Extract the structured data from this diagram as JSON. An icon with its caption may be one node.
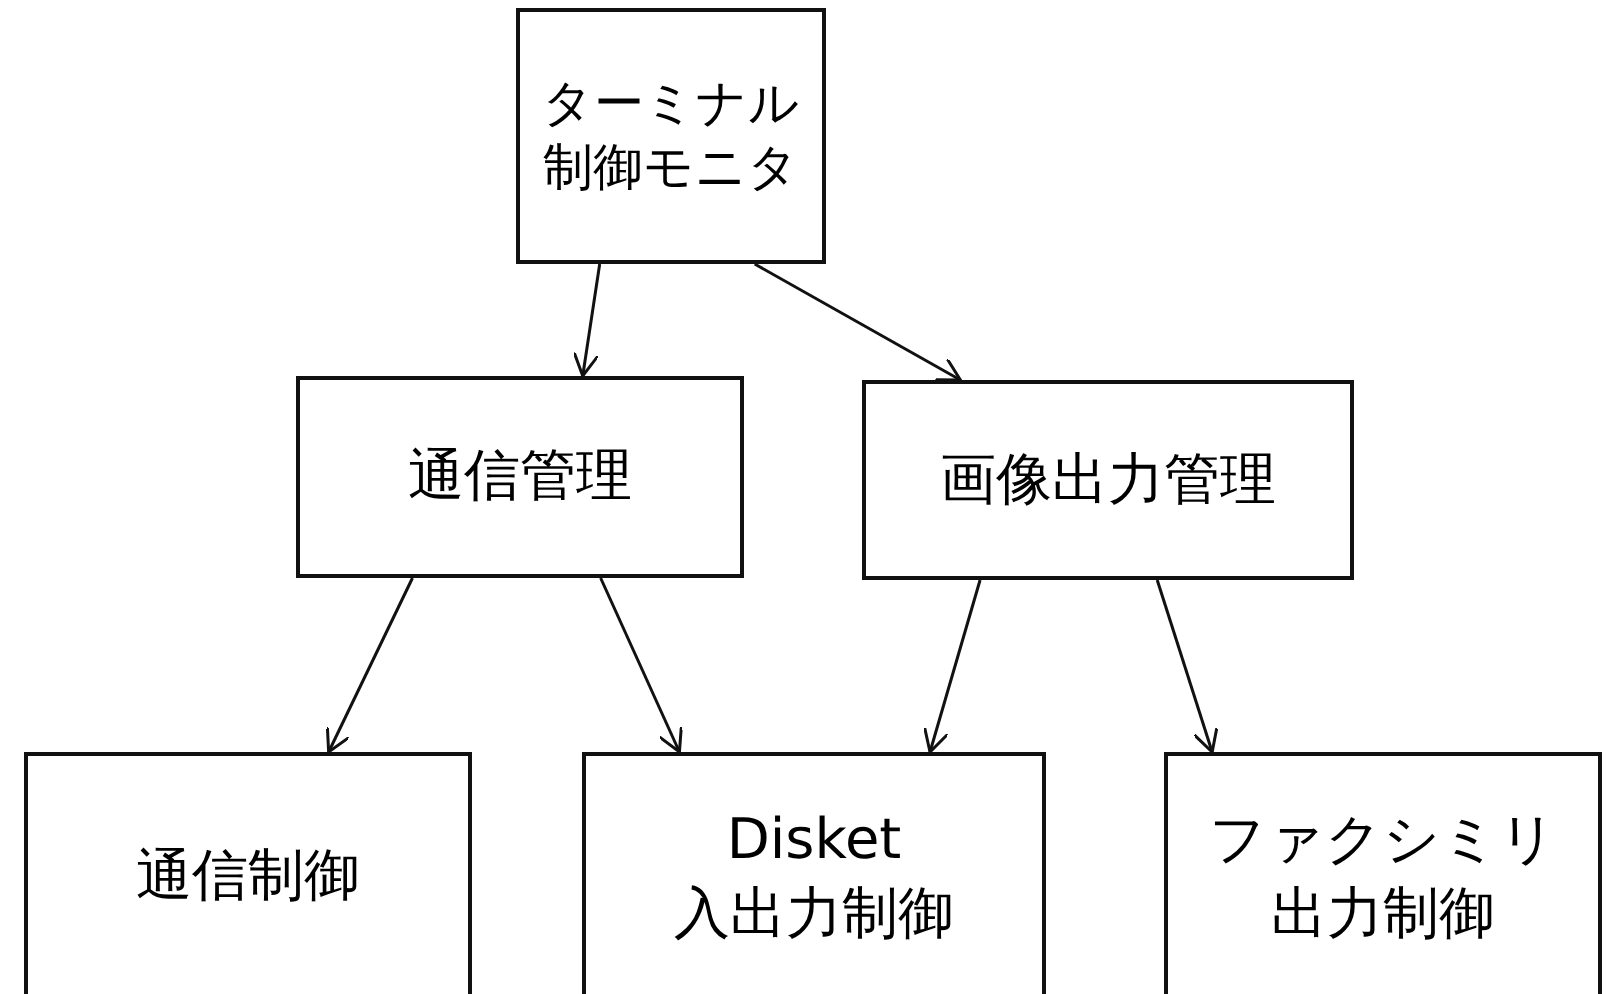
{
  "diagram": {
    "nodes": [
      {
        "text": [
          "ターミナル制御モニタ"
        ]
      },
      {
        "text": [
          "通信管理"
        ]
      },
      {
        "text": [
          "画像出力管理"
        ]
      },
      {
        "text": [
          "通信制御"
        ]
      },
      {
        "text": [
          "Disket",
          "入出力制御"
        ]
      },
      {
        "text": [
          "ファクシミリ出力制御"
        ]
      }
    ],
    "edges": [
      {
        "from": 0,
        "to": 1,
        "arrow": "to"
      },
      {
        "from": 0,
        "to": 2,
        "arrow": "to"
      },
      {
        "from": 1,
        "to": 3,
        "arrow": "to"
      },
      {
        "from": 1,
        "to": 4,
        "arrow": "to"
      },
      {
        "from": 2,
        "to": 4,
        "arrow": "to"
      },
      {
        "from": 2,
        "to": 5,
        "arrow": "to"
      }
    ]
  }
}
